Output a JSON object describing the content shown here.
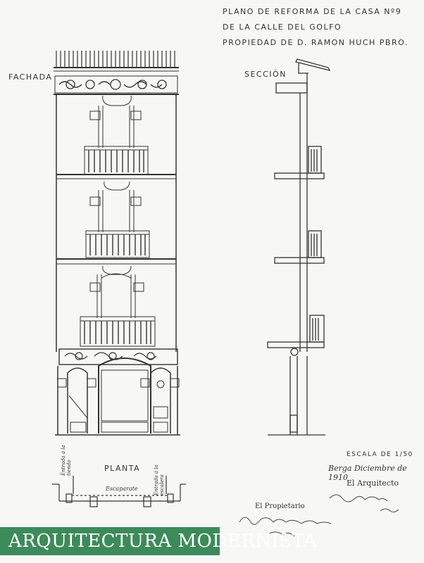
{
  "title": {
    "line1": "PLANO DE REFORMA DE LA CASA Nº9",
    "line2": "DE LA CALLE DEL GOLFO",
    "line3": "PROPIEDAD DE D. RAMON HUCH PBRO."
  },
  "labels": {
    "fachada": "FACHADA",
    "seccion": "SECCIÓN",
    "planta": "PLANTA",
    "entrada_tienda": "Entrada á la tienda",
    "escaparate": "Escaparate",
    "entrada_escalera": "Entrada á la escalera"
  },
  "footer": {
    "escala": "ESCALA DE 1/50",
    "fecha": "Berga Diciembre de 1910",
    "arquitecto": "El Arquitecto",
    "propietario": "El Propietario"
  },
  "brand": "ARQUITECTURA MODERNISTA"
}
